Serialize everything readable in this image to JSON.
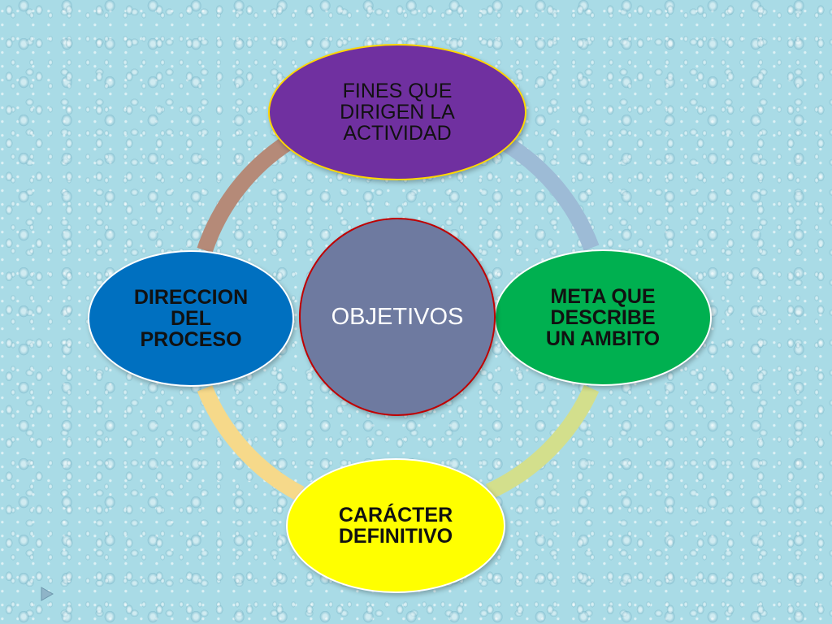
{
  "center": {
    "label": "OBJETIVOS",
    "color": "#6e7aa0",
    "border": "#c00000"
  },
  "nodes": [
    {
      "id": "top",
      "label": "FINES QUE\nDIRIGEN LA\nACTIVIDAD",
      "color": "#7030a0",
      "border": "#ffd700"
    },
    {
      "id": "right",
      "label": "META QUE\nDESCRIBE\nUN AMBITO",
      "color": "#00b050",
      "border": "#ffffff"
    },
    {
      "id": "bottom",
      "label": "CARÁCTER\nDEFINITIVO",
      "color": "#ffff00",
      "border": "#ffffff"
    },
    {
      "id": "left",
      "label": "DIRECCION\nDEL\nPROCESO",
      "color": "#0070c0",
      "border": "#ffffff"
    }
  ],
  "ring_arc_colors": {
    "top_right": "#9dbbd6",
    "right_bottom": "#d3df8c",
    "bottom_left": "#f6d98a",
    "left_top": "#b58a78"
  },
  "background_color": "#a9dbe6",
  "nav_icon": "play-triangle-icon"
}
